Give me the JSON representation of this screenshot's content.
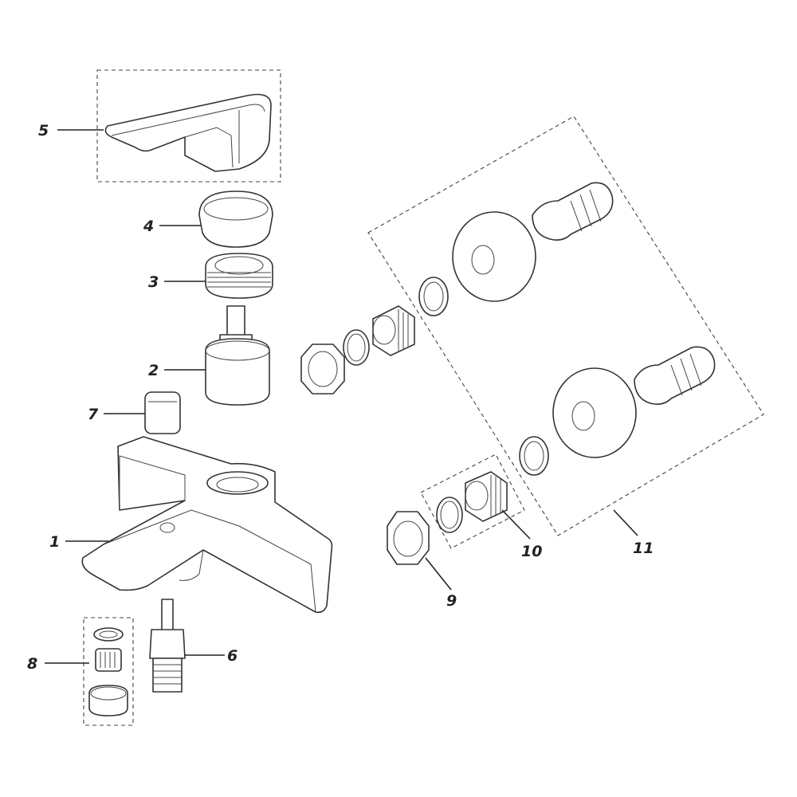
{
  "labels": [
    "1",
    "2",
    "3",
    "4",
    "5",
    "6",
    "7",
    "8",
    "9",
    "10",
    "11"
  ],
  "colors": {
    "line": "#222222",
    "background": "#ffffff"
  }
}
